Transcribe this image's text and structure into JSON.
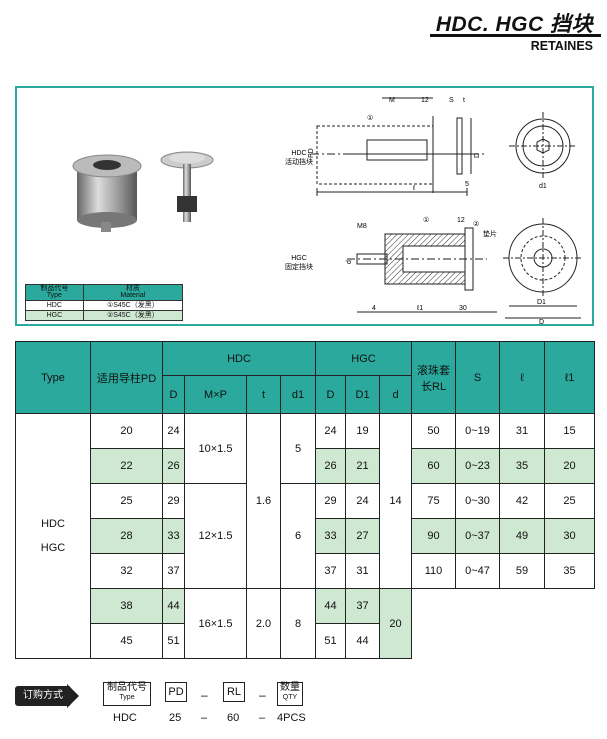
{
  "header": {
    "title": "HDC. HGC 挡块",
    "subtitle": "RETAINES"
  },
  "figure": {
    "hdc_label_line1": "HDC",
    "hdc_label_line2": "活动挡块",
    "hgc_label_line1": "HGC",
    "hgc_label_line2": "固定挡块",
    "dims_top": [
      "M",
      "12",
      "S",
      "t"
    ],
    "dims_hdc": [
      "PD",
      "D",
      "ℓ",
      "5",
      "d1",
      "①"
    ],
    "dims_hgc": [
      "M8",
      "d",
      "4",
      "ℓ1",
      "30",
      "12",
      "D1",
      "D",
      "①",
      "②",
      "垫片"
    ]
  },
  "material_table": {
    "headers": [
      {
        "line1": "制品代号",
        "line2": "Type"
      },
      {
        "line1": "材质",
        "line2": "Material"
      }
    ],
    "rows": [
      [
        "HDC",
        "①S45C（发黑）"
      ],
      [
        "HGC",
        "②S45C（发黑）"
      ]
    ]
  },
  "spec_table": {
    "h_type": "Type",
    "h_pd": "适用导柱PD",
    "h_hdc": "HDC",
    "h_hgc": "HGC",
    "h_rl_1": "滚珠套",
    "h_rl_2": "长RL",
    "h_s": "S",
    "h_l": "ℓ",
    "h_l1": "ℓ1",
    "sub": [
      "D",
      "M×P",
      "t",
      "d1",
      "D",
      "D1",
      "d"
    ],
    "type_1": "HDC",
    "type_2": "HGC",
    "pd": [
      "20",
      "22",
      "25",
      "28",
      "32",
      "38",
      "45"
    ],
    "hdc_d": [
      "24",
      "26",
      "29",
      "33",
      "37",
      "44",
      "51"
    ],
    "mxp": [
      "10×1.5",
      "12×1.5",
      "16×1.5"
    ],
    "t": [
      "1.6",
      "2.0"
    ],
    "d1": [
      "5",
      "6",
      "8"
    ],
    "hgc_d": [
      "24",
      "26",
      "29",
      "33",
      "37",
      "44",
      "51"
    ],
    "hgc_d1": [
      "19",
      "21",
      "24",
      "27",
      "31",
      "37",
      "44"
    ],
    "hgc_dd": [
      "14",
      "20"
    ],
    "rl": [
      "50",
      "60",
      "75",
      "90",
      "110"
    ],
    "s": [
      "0~19",
      "0~23",
      "0~30",
      "0~37",
      "0~47"
    ],
    "l": [
      "31",
      "35",
      "42",
      "49",
      "59"
    ],
    "l1": [
      "15",
      "20",
      "25",
      "30",
      "35"
    ]
  },
  "order": {
    "badge": "订购方式",
    "box1_1": "制品代号",
    "box1_2": "Type",
    "box2": "PD",
    "box3": "RL",
    "box4_1": "数量",
    "box4_2": "QTY",
    "dash": "–",
    "ex": [
      "HDC",
      "25",
      "–",
      "60",
      "–",
      "4PCS"
    ]
  }
}
